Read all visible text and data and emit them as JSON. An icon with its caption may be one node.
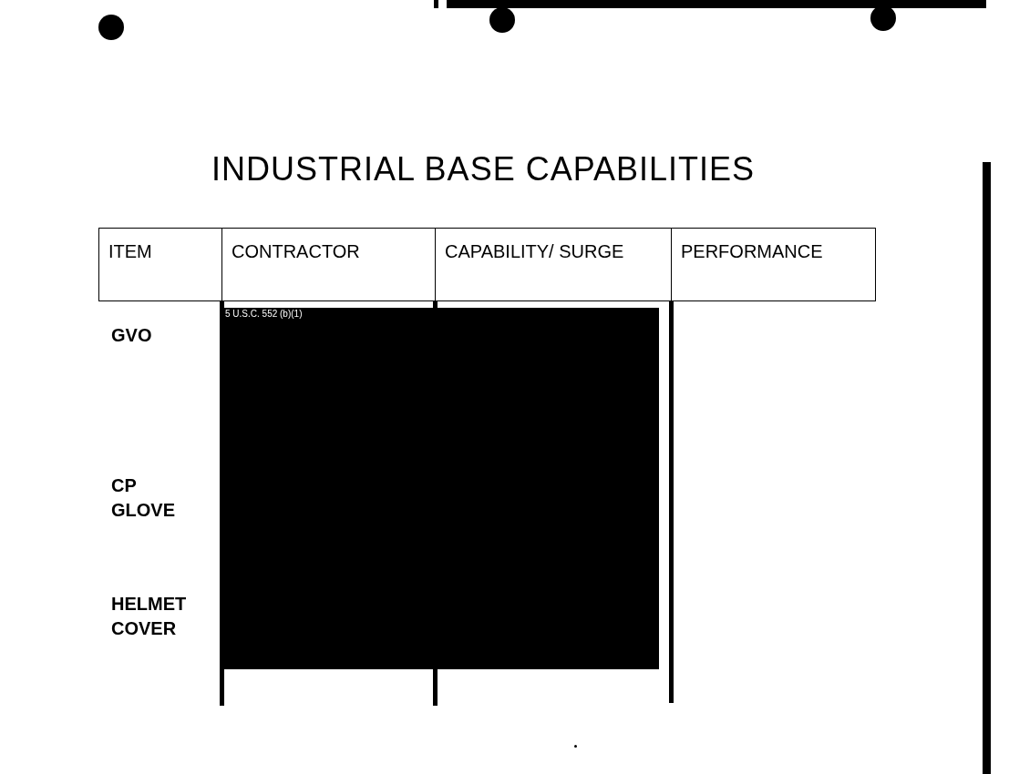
{
  "diagram": {
    "title": "INDUSTRIAL BASE CAPABILITIES",
    "labels": [
      "ITEM",
      "CONTRACTOR",
      "CAPABILITY/ SURGE",
      "PERFORMANCE",
      "GVO",
      "CP GLOVE",
      "HELMET COVER",
      "5 U.S.C. 552 (b)(1)"
    ]
  }
}
